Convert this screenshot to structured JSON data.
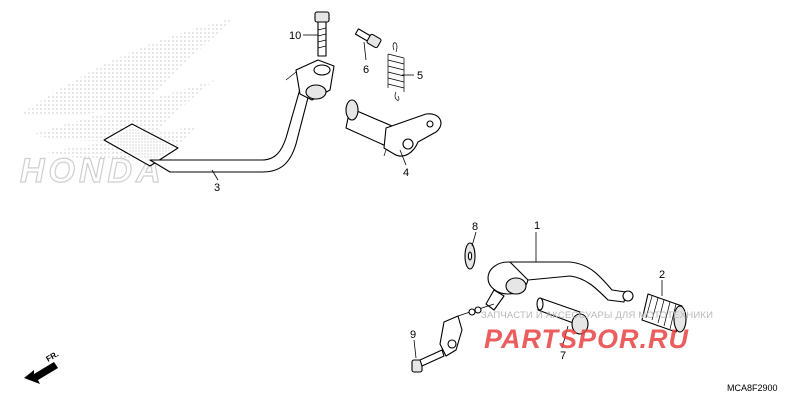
{
  "callouts": [
    {
      "id": "1",
      "label": "1"
    },
    {
      "id": "2",
      "label": "2"
    },
    {
      "id": "3",
      "label": "3"
    },
    {
      "id": "4",
      "label": "4"
    },
    {
      "id": "5",
      "label": "5"
    },
    {
      "id": "6",
      "label": "6"
    },
    {
      "id": "7",
      "label": "7"
    },
    {
      "id": "8",
      "label": "8"
    },
    {
      "id": "9",
      "label": "9"
    },
    {
      "id": "10",
      "label": "10"
    }
  ],
  "brand_watermark": "HONDA",
  "direction_label": "FR.",
  "reference_code": "MCA8F2900",
  "site_watermark": {
    "caption": "ЗАПЧАСТИ И АКСЕССУАРЫ ДЛЯ МОТОТЕХНИКИ",
    "logo": "PARTSPOR.RU"
  },
  "colors": {
    "line": "#000000",
    "watermark_gray": "#b9b9b9",
    "logo_red": "#e94242"
  }
}
